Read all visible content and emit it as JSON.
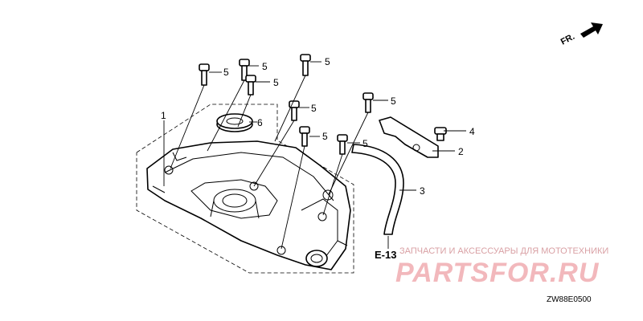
{
  "diagram": {
    "direction_mark": "FR.",
    "callouts": {
      "c1": "1",
      "c2": "2",
      "c3": "3",
      "c4": "4",
      "c5": "5",
      "c6": "6"
    },
    "reference": "E-13",
    "diagram_code": "ZW88E0500",
    "watermark": {
      "text_line": "ЗАПЧАСТИ И АКСЕССУАРЫ ДЛЯ МОТОТЕХНИКИ",
      "logo": "PARTSFOR.RU"
    }
  }
}
